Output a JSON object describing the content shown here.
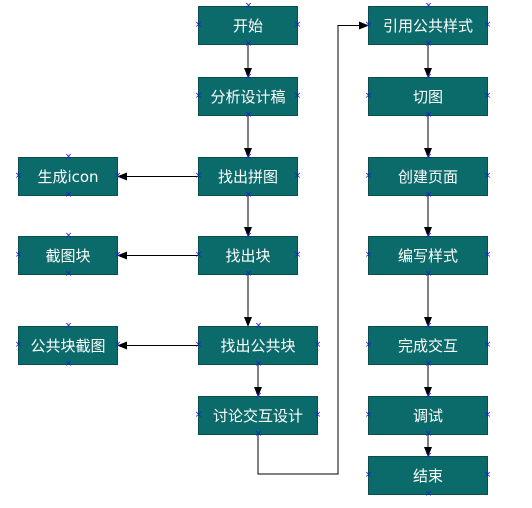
{
  "nodes": {
    "start": "开始",
    "analyze": "分析设计稿",
    "find_puzzle": "找出拼图",
    "gen_icon": "生成icon",
    "find_block": "找出块",
    "cut_block": "截图块",
    "find_public_block": "找出公共块",
    "cut_public_block": "公共块截图",
    "discuss_interaction": "讨论交互设计",
    "ref_public_style": "引用公共样式",
    "slice": "切图",
    "create_page": "创建页面",
    "write_style": "编写样式",
    "complete_interaction": "完成交互",
    "debug": "调试",
    "end": "结束"
  },
  "colors": {
    "node_fill": "#0b6b6b",
    "node_border": "#0a4f4f",
    "node_text": "#ffffff",
    "edge": "#000000",
    "handle": "#1c1cd8"
  },
  "handle_glyph": "×",
  "edges": [
    {
      "from": "start",
      "to": "analyze"
    },
    {
      "from": "analyze",
      "to": "find_puzzle"
    },
    {
      "from": "find_puzzle",
      "to": "gen_icon"
    },
    {
      "from": "find_puzzle",
      "to": "find_block"
    },
    {
      "from": "find_block",
      "to": "cut_block"
    },
    {
      "from": "find_block",
      "to": "find_public_block"
    },
    {
      "from": "find_public_block",
      "to": "cut_public_block"
    },
    {
      "from": "find_public_block",
      "to": "discuss_interaction"
    },
    {
      "from": "discuss_interaction",
      "to": "ref_public_style"
    },
    {
      "from": "ref_public_style",
      "to": "slice"
    },
    {
      "from": "slice",
      "to": "create_page"
    },
    {
      "from": "create_page",
      "to": "write_style"
    },
    {
      "from": "write_style",
      "to": "complete_interaction"
    },
    {
      "from": "complete_interaction",
      "to": "debug"
    },
    {
      "from": "debug",
      "to": "end"
    }
  ]
}
